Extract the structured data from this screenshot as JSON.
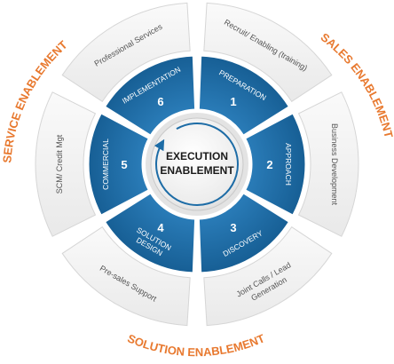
{
  "diagram": {
    "center": {
      "line1": "EXECUTION",
      "line2": "ENABLEMENT"
    },
    "steps": [
      {
        "number": "1",
        "label": "PREPARATION",
        "sub": ""
      },
      {
        "number": "2",
        "label": "APPROACH",
        "sub": ""
      },
      {
        "number": "3",
        "label": "DISCOVERY",
        "sub": ""
      },
      {
        "number": "4",
        "label": "SOLUTION",
        "sub": "DESIGN"
      },
      {
        "number": "5",
        "label": "COMMERCIAL",
        "sub": ""
      },
      {
        "number": "6",
        "label": "IMPLEMENTATION",
        "sub": ""
      }
    ],
    "outer_items": [
      {
        "line1": "Recruit/ Enabling (training)",
        "line2": ""
      },
      {
        "line1": "Business Development",
        "line2": ""
      },
      {
        "line1": "Joint Calls / Lead",
        "line2": "Generation"
      },
      {
        "line1": "Pre-sales Support",
        "line2": ""
      },
      {
        "line1": "SCM/ Credit Mgt",
        "line2": ""
      },
      {
        "line1": "Professional Services",
        "line2": ""
      }
    ],
    "categories": {
      "sales": "SALES ENABLEMENT",
      "solution": "SOLUTION ENABLEMENT",
      "service": "SERVICE ENABLEMENT"
    }
  },
  "colors": {
    "segment": "#1d6ca6",
    "segment_dark": "#14517e",
    "outer_fill": "#f4f4f4",
    "outer_stroke": "#d9d9d9",
    "category_text": "#e8792f",
    "outer_text": "#555555"
  }
}
